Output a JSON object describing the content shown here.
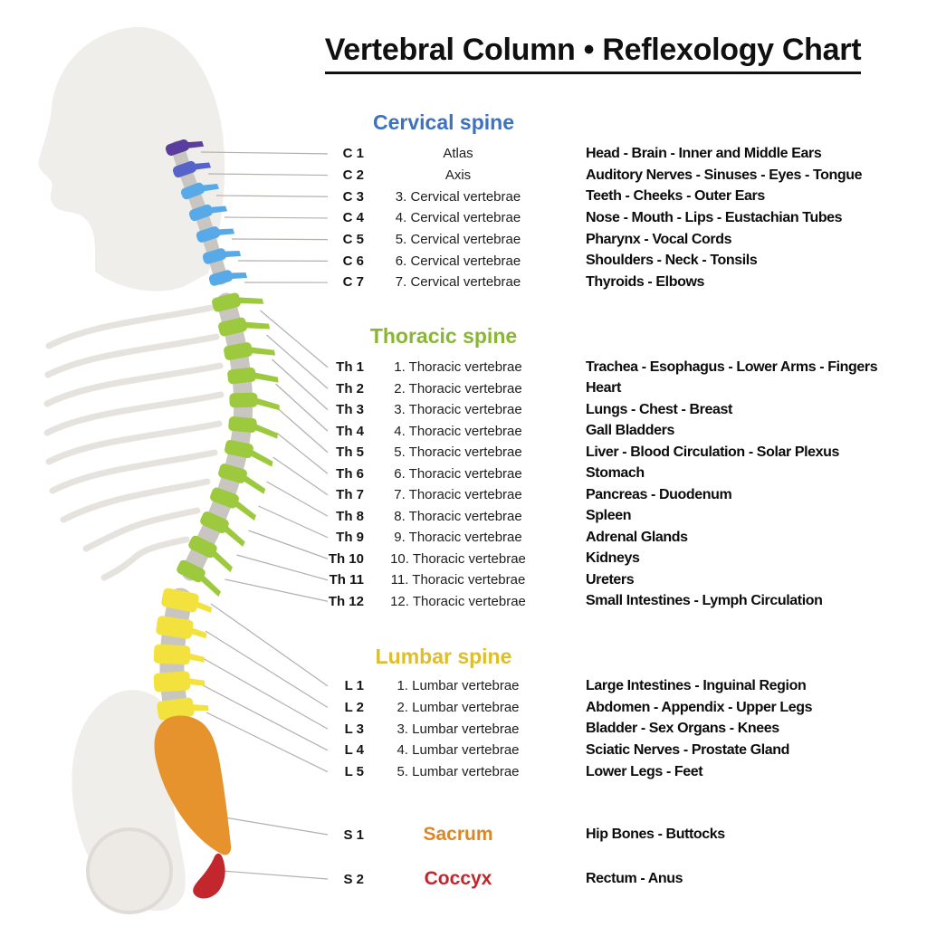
{
  "title": "Vertebral Column • Reflexology Chart",
  "colors": {
    "cervical": "#3c72c0",
    "thoracic": "#8ab636",
    "lumbar": "#dfbd2b",
    "sacrum": "#dd8626",
    "coccyx": "#c1262d",
    "spine_atlas": "#5a3d9c",
    "spine_axis": "#5664c9",
    "spine_cervical": "#57a9e8",
    "spine_thoracic": "#9cc93d",
    "spine_lumbar": "#f3e23e",
    "spine_sacrum": "#e6932d",
    "spine_coccyx": "#c1272d",
    "disc_gray": "#c9c6c1",
    "silhouette_gray": "#f0eeeb",
    "leader_line_gray": "#b3b0ac"
  },
  "sections": [
    {
      "id": "cervical",
      "heading": "Cervical spine",
      "rows": [
        {
          "code": "C 1",
          "name": "Atlas",
          "reflex": "Head - Brain - Inner and Middle Ears"
        },
        {
          "code": "C 2",
          "name": "Axis",
          "reflex": "Auditory Nerves - Sinuses - Eyes - Tongue"
        },
        {
          "code": "C 3",
          "name": "3. Cervical vertebrae",
          "reflex": "Teeth - Cheeks - Outer Ears"
        },
        {
          "code": "C 4",
          "name": "4. Cervical vertebrae",
          "reflex": "Nose - Mouth - Lips - Eustachian Tubes"
        },
        {
          "code": "C 5",
          "name": "5. Cervical vertebrae",
          "reflex": "Pharynx - Vocal Cords"
        },
        {
          "code": "C 6",
          "name": "6. Cervical vertebrae",
          "reflex": "Shoulders - Neck - Tonsils"
        },
        {
          "code": "C 7",
          "name": "7. Cervical vertebrae",
          "reflex": "Thyroids - Elbows"
        }
      ]
    },
    {
      "id": "thoracic",
      "heading": "Thoracic spine",
      "rows": [
        {
          "code": "Th 1",
          "name": "1. Thoracic vertebrae",
          "reflex": "Trachea - Esophagus - Lower Arms - Fingers"
        },
        {
          "code": "Th 2",
          "name": "2. Thoracic vertebrae",
          "reflex": "Heart"
        },
        {
          "code": "Th 3",
          "name": "3. Thoracic vertebrae",
          "reflex": "Lungs - Chest - Breast"
        },
        {
          "code": "Th 4",
          "name": "4. Thoracic vertebrae",
          "reflex": "Gall Bladders"
        },
        {
          "code": "Th 5",
          "name": "5. Thoracic vertebrae",
          "reflex": "Liver - Blood Circulation - Solar Plexus"
        },
        {
          "code": "Th 6",
          "name": "6. Thoracic vertebrae",
          "reflex": "Stomach"
        },
        {
          "code": "Th 7",
          "name": "7. Thoracic vertebrae",
          "reflex": "Pancreas - Duodenum"
        },
        {
          "code": "Th 8",
          "name": "8. Thoracic vertebrae",
          "reflex": "Spleen"
        },
        {
          "code": "Th 9",
          "name": "9. Thoracic vertebrae",
          "reflex": "Adrenal Glands"
        },
        {
          "code": "Th 10",
          "name": "10. Thoracic vertebrae",
          "reflex": "Kidneys"
        },
        {
          "code": "Th 11",
          "name": "11. Thoracic vertebrae",
          "reflex": "Ureters"
        },
        {
          "code": "Th 12",
          "name": "12. Thoracic vertebrae",
          "reflex": "Small Intestines - Lymph Circulation"
        }
      ]
    },
    {
      "id": "lumbar",
      "heading": "Lumbar spine",
      "rows": [
        {
          "code": "L 1",
          "name": "1. Lumbar vertebrae",
          "reflex": "Large Intestines - Inguinal Region"
        },
        {
          "code": "L 2",
          "name": "2. Lumbar vertebrae",
          "reflex": "Abdomen - Appendix - Upper Legs"
        },
        {
          "code": "L 3",
          "name": "3. Lumbar vertebrae",
          "reflex": "Bladder - Sex Organs - Knees"
        },
        {
          "code": "L 4",
          "name": "4. Lumbar vertebrae",
          "reflex": "Sciatic Nerves - Prostate Gland"
        },
        {
          "code": "L 5",
          "name": "5. Lumbar vertebrae",
          "reflex": "Lower Legs - Feet"
        }
      ]
    },
    {
      "id": "sacrum",
      "heading": "Sacrum",
      "rows": [
        {
          "code": "S 1",
          "name": "Sacrum",
          "reflex": "Hip Bones - Buttocks"
        }
      ]
    },
    {
      "id": "coccyx",
      "heading": "Coccyx",
      "rows": [
        {
          "code": "S 2",
          "name": "Coccyx",
          "reflex": "Rectum - Anus"
        }
      ]
    }
  ]
}
